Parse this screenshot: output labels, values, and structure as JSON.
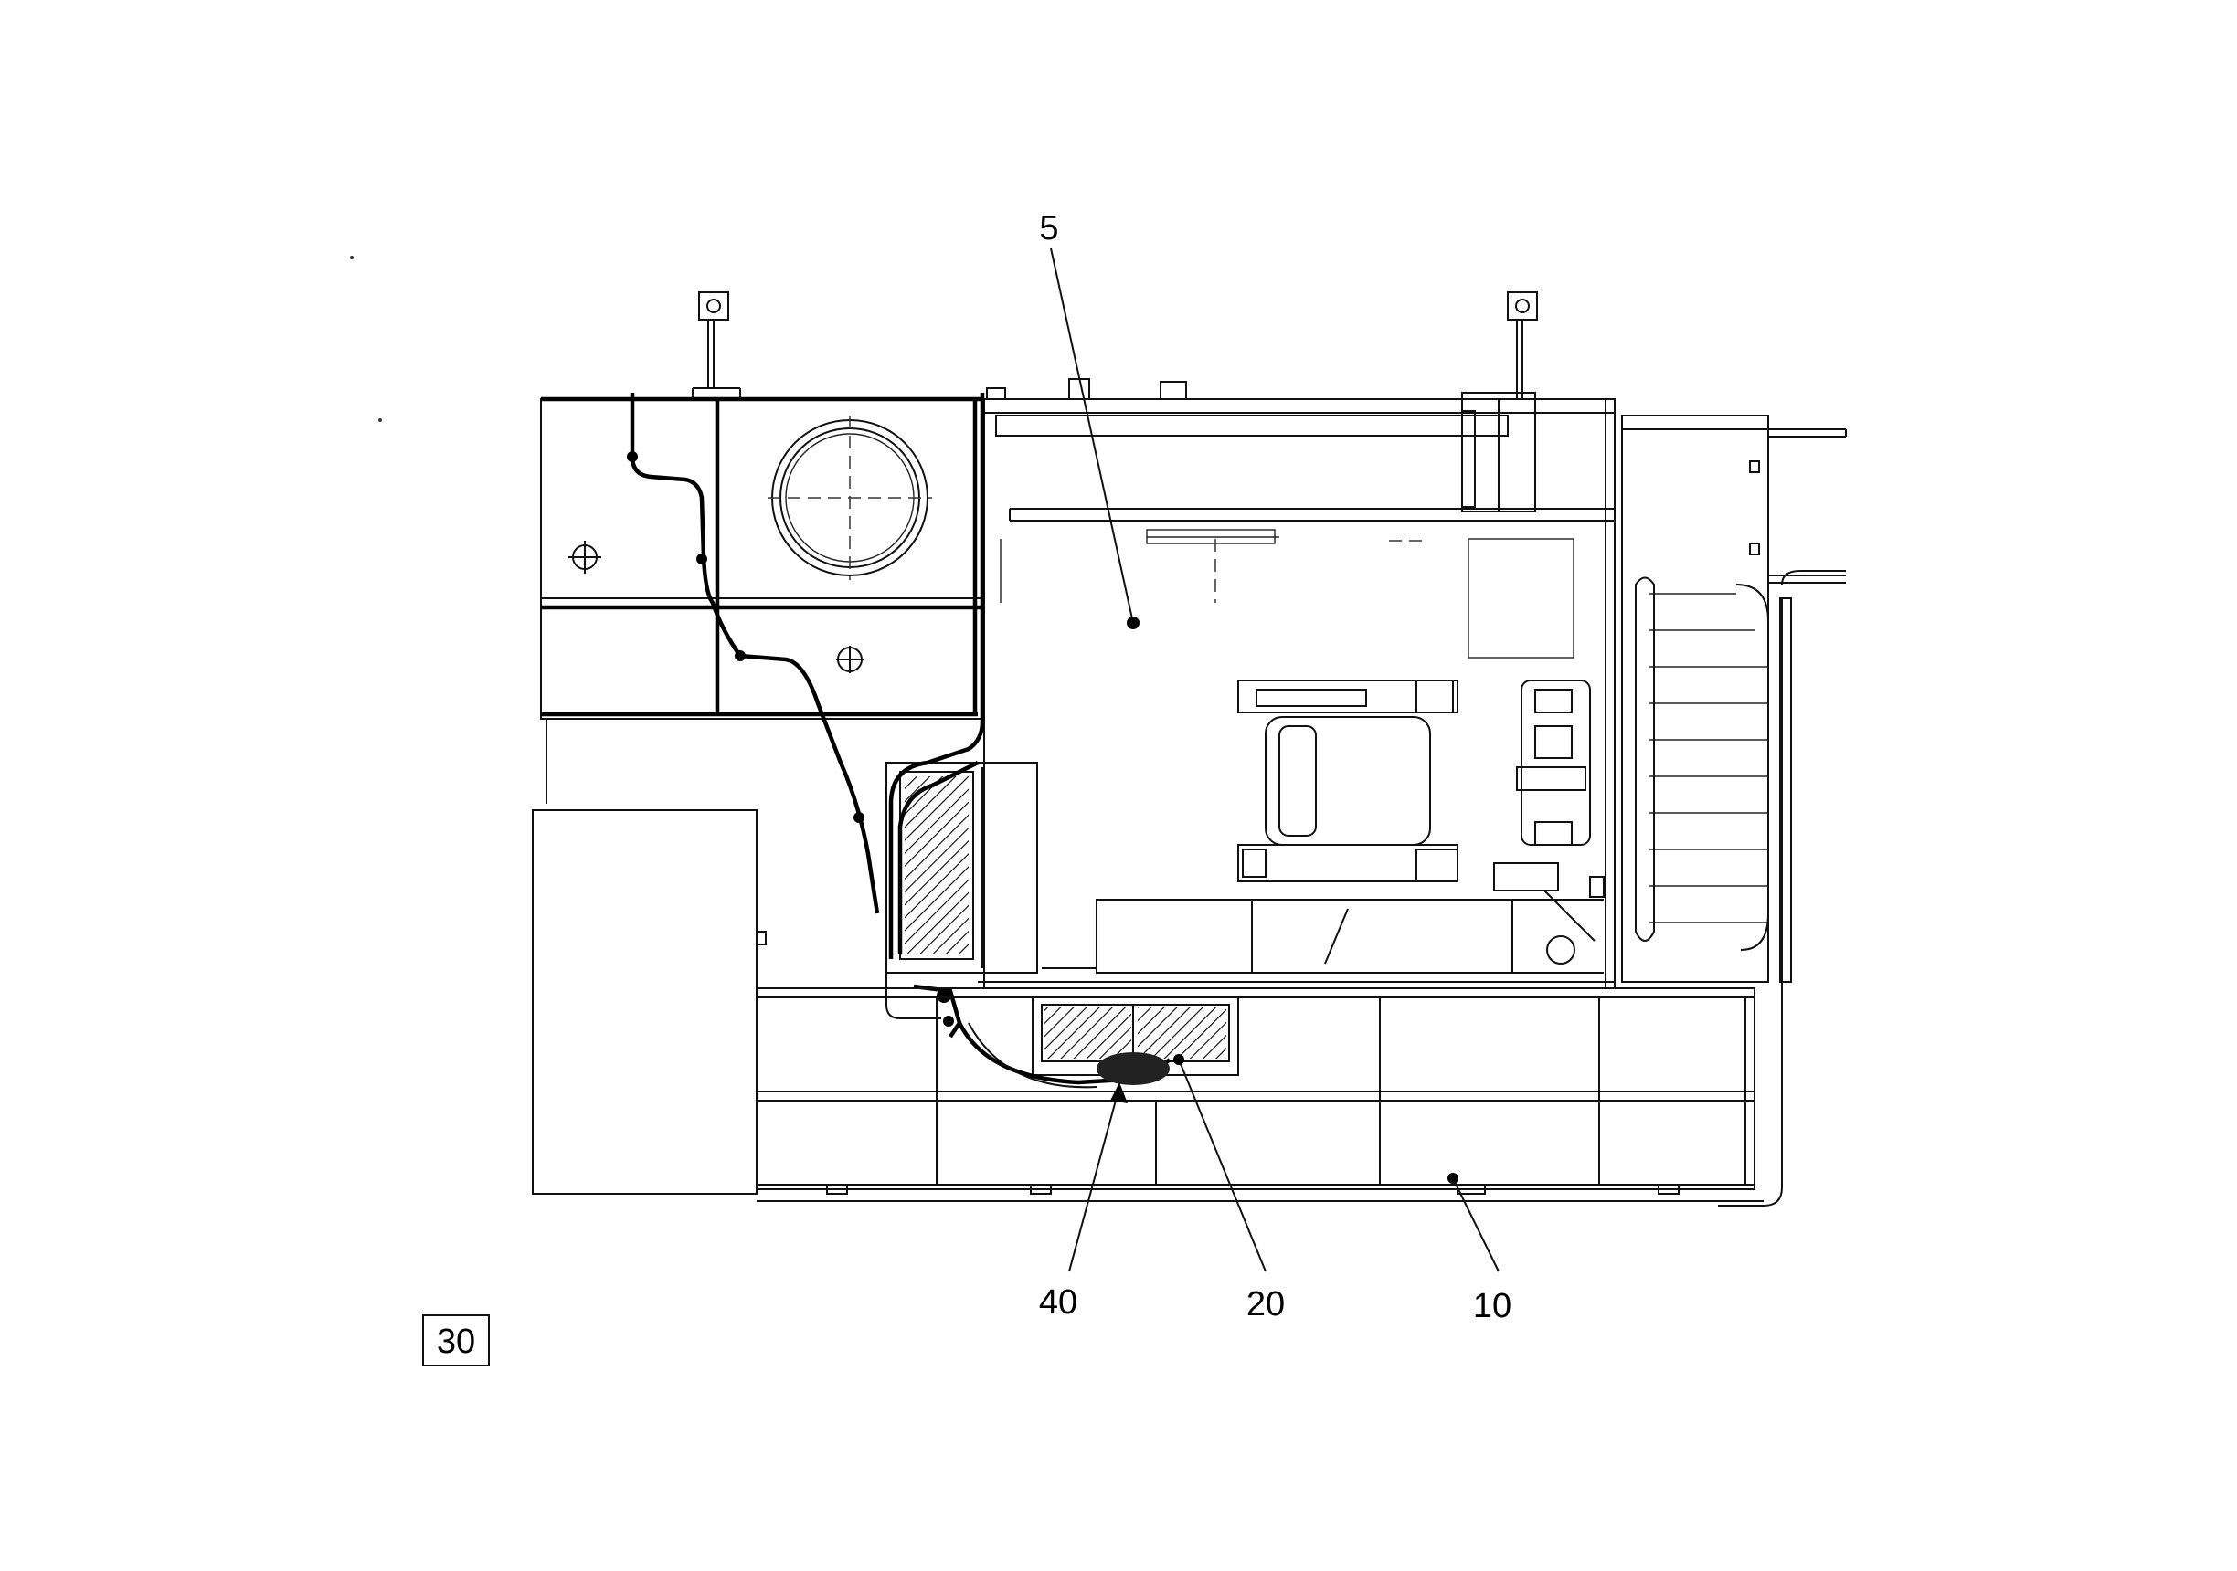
{
  "callouts": {
    "c5": "5",
    "c10": "10",
    "c20": "20",
    "c40": "40"
  },
  "page_ref": "30"
}
